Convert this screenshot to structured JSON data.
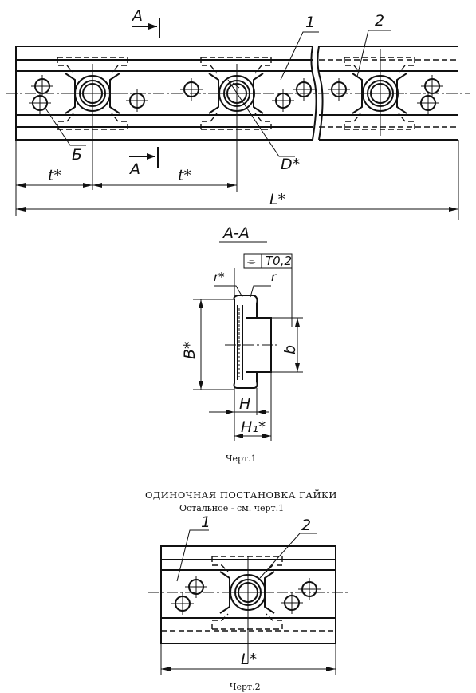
{
  "drawing1": {
    "section_marker": "А",
    "callout_1": "1",
    "callout_2": "2",
    "label_b": "Б",
    "label_d": "D*",
    "dim_t1": "t*",
    "dim_t2": "t*",
    "dim_L": "L*"
  },
  "section": {
    "title": "А-А",
    "tolerance_symbol": "⌯",
    "tolerance_value": "Т0,2",
    "r_star": "r*",
    "r": "r",
    "B_star": "B*",
    "b": "b",
    "H": "H",
    "H1": "H₁*"
  },
  "caption1": "Черт.1",
  "heading": "ОДИНОЧНАЯ ПОСТАНОВКА ГАЙКИ",
  "subheading": "Остальное - см. черт.1",
  "drawing2": {
    "callout_1": "1",
    "callout_2": "2",
    "dim_L": "L*"
  },
  "caption2": "Черт.2"
}
